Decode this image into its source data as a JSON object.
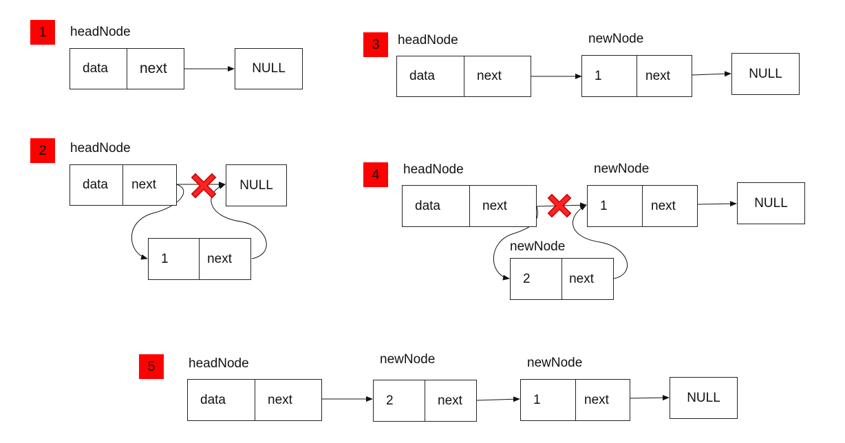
{
  "steps": [
    {
      "number": "1",
      "head_label": "headNode",
      "head_data": "data",
      "head_next": "next",
      "null_label": "NULL"
    },
    {
      "number": "2",
      "head_label": "headNode",
      "head_data": "data",
      "head_next": "next",
      "null_label": "NULL",
      "inserted": {
        "data": "1",
        "next": "next"
      }
    },
    {
      "number": "3",
      "head_label": "headNode",
      "head_data": "data",
      "head_next": "next",
      "null_label": "NULL",
      "nodes": [
        {
          "label": "newNode",
          "data": "1",
          "next": "next"
        }
      ]
    },
    {
      "number": "4",
      "head_label": "headNode",
      "head_data": "data",
      "head_next": "next",
      "null_label": "NULL",
      "nodes": [
        {
          "label": "newNode",
          "data": "1",
          "next": "next"
        }
      ],
      "inserted": {
        "label": "newNode",
        "data": "2",
        "next": "next"
      }
    },
    {
      "number": "5",
      "head_label": "headNode",
      "head_data": "data",
      "head_next": "next",
      "null_label": "NULL",
      "nodes": [
        {
          "label": "newNode",
          "data": "2",
          "next": "next"
        },
        {
          "label": "newNode",
          "data": "1",
          "next": "next"
        }
      ]
    }
  ],
  "colors": {
    "badge": "#ff0000",
    "cross": "#ee1111",
    "line": "#111111"
  }
}
